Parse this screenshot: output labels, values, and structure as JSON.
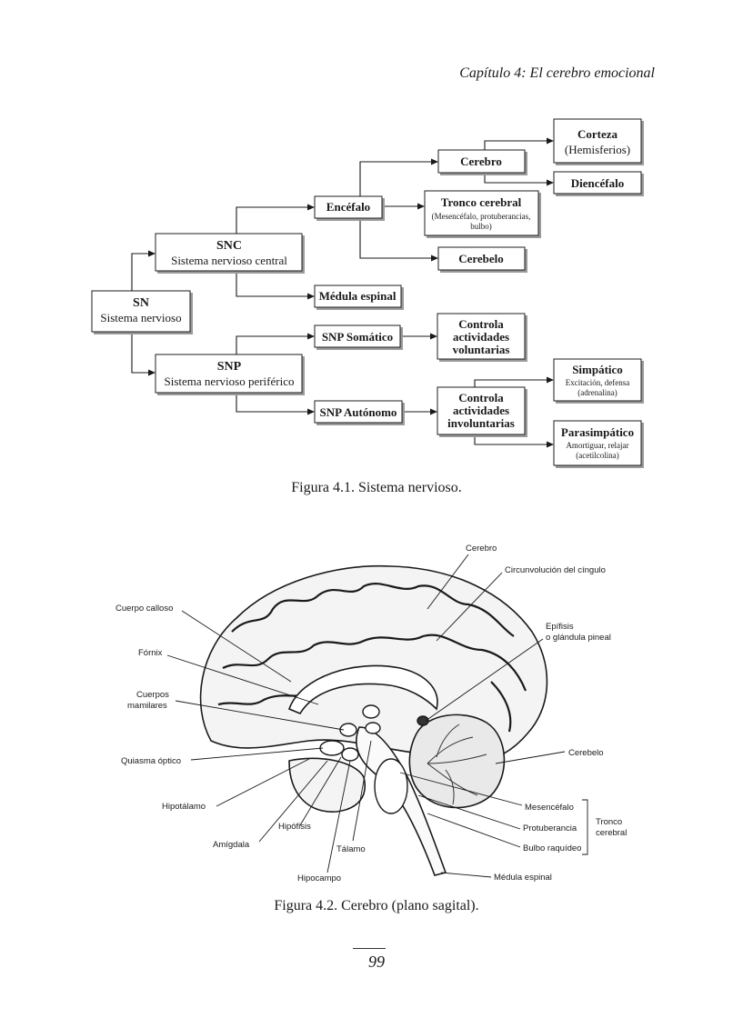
{
  "header": {
    "chapter": "Capítulo 4: El cerebro emocional"
  },
  "figure1": {
    "caption": "Figura 4.1.  Sistema nervioso.",
    "nodes": {
      "sn": [
        "SN",
        "Sistema nervioso"
      ],
      "snc": [
        "SNC",
        "Sistema nervioso central"
      ],
      "snp": [
        "SNP",
        "Sistema nervioso periférico"
      ],
      "encefalo": [
        "Encéfalo"
      ],
      "medula": [
        "Médula espinal"
      ],
      "cerebro": [
        "Cerebro"
      ],
      "tronco": [
        "Tronco cerebral",
        "(Mesencéfalo, protuberancias,",
        "bulbo)"
      ],
      "cerebelo": [
        "Cerebelo"
      ],
      "corteza": [
        "Corteza",
        "(Hemisferios)"
      ],
      "diencefalo": [
        "Diencéfalo"
      ],
      "snp_somatico": [
        "SNP Somático"
      ],
      "snp_autonomo": [
        "SNP Autónomo"
      ],
      "controla_vol": [
        "Controla",
        "actividades",
        "voluntarias"
      ],
      "controla_invol": [
        "Controla",
        "actividades",
        "involuntarias"
      ],
      "simpatico": [
        "Simpático",
        "Excitación, defensa",
        "(adrenalina)"
      ],
      "parasimpatico": [
        "Parasimpático",
        "Amortiguar, relajar",
        "(acetilcolina)"
      ]
    }
  },
  "figure2": {
    "caption": "Figura 4.2.  Cerebro (plano sagital).",
    "labels": {
      "cerebro": "Cerebro",
      "cingulo": "Circunvolución del cíngulo",
      "epifisis1": "Epífisis",
      "epifisis2": "o glándula pineal",
      "calloso": "Cuerpo calloso",
      "fornix": "Fórnix",
      "mamilares1": "Cuerpos",
      "mamilares2": "mamilares",
      "quiasma": "Quiasma óptico",
      "cerebelo": "Cerebelo",
      "hipotalamo": "Hipotálamo",
      "hipofisis": "Hipófisis",
      "amigdala": "Amígdala",
      "talamo": "Tálamo",
      "hipocampo": "Hipocampo",
      "mesencefalo": "Mesencéfalo",
      "protuberancia": "Protuberancia",
      "bulbo": "Bulbo raquídeo",
      "medula": "Médula espinal",
      "tronco1": "Tronco",
      "tronco2": "cerebral"
    }
  },
  "page_number": "99"
}
